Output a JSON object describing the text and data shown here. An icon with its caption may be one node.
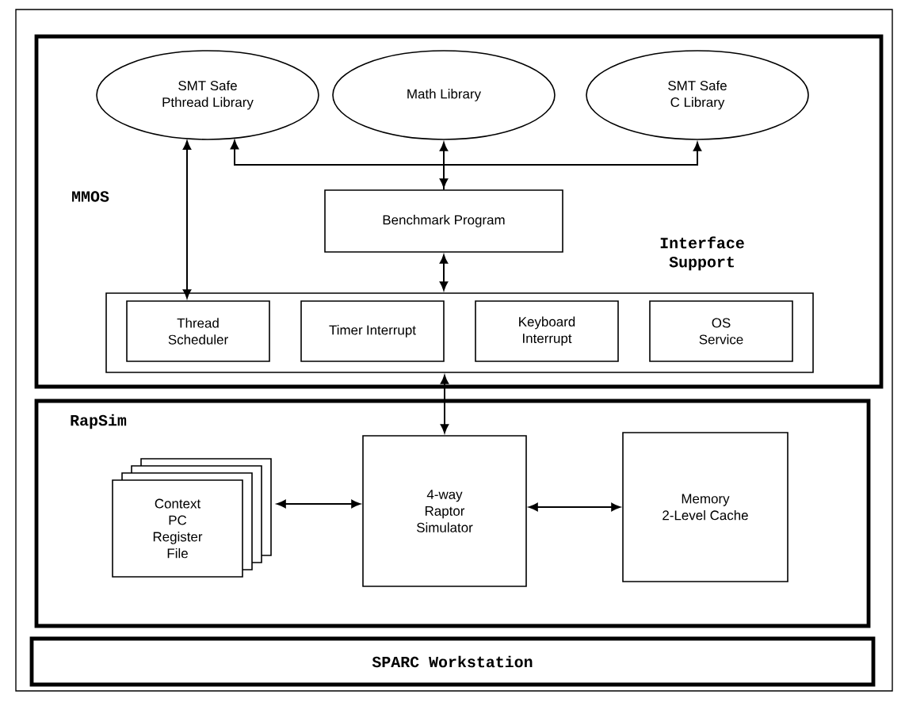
{
  "diagram": {
    "nodes": [
      {
        "text": [
          "MMOS"
        ]
      },
      {
        "text": [
          "SMT Safe Pthread Library"
        ],
        "in": 0
      },
      {
        "text": [
          "Math Library"
        ],
        "in": 0
      },
      {
        "text": [
          "SMT Safe C Library"
        ],
        "in": 0
      },
      {
        "text": [
          "Benchmark Program"
        ],
        "in": 0
      },
      {
        "text": [
          "Interface Support"
        ],
        "in": 0
      },
      {
        "text": [
          "Thread Scheduler"
        ],
        "in": 5
      },
      {
        "text": [
          "Timer Interrupt"
        ],
        "in": 5
      },
      {
        "text": [
          "Keyboard Interrupt"
        ],
        "in": 5
      },
      {
        "text": [
          "OS Service"
        ],
        "in": 5
      },
      {
        "text": [
          "RapSim"
        ]
      },
      {
        "text": [
          "Context PC Register File"
        ],
        "in": 10
      },
      {
        "text": [
          "4-way Raptor Simulator"
        ],
        "in": 10
      },
      {
        "text": [
          "Memory 2-Level Cache"
        ],
        "in": 10
      },
      {
        "text": [
          "SPARC Workstation"
        ]
      }
    ],
    "edges": [
      {
        "from": 6,
        "to": 1,
        "arrow": "both"
      },
      {
        "from": 4,
        "to": 2,
        "arrow": "both"
      },
      {
        "from": 4,
        "to": 1,
        "arrow": "to"
      },
      {
        "from": 4,
        "to": 3,
        "arrow": "to"
      },
      {
        "from": 4,
        "to": 5,
        "arrow": "both"
      },
      {
        "from": 5,
        "to": 12,
        "arrow": "both"
      },
      {
        "from": 11,
        "to": 12,
        "arrow": "both"
      },
      {
        "from": 12,
        "to": 13,
        "arrow": "both"
      }
    ]
  }
}
